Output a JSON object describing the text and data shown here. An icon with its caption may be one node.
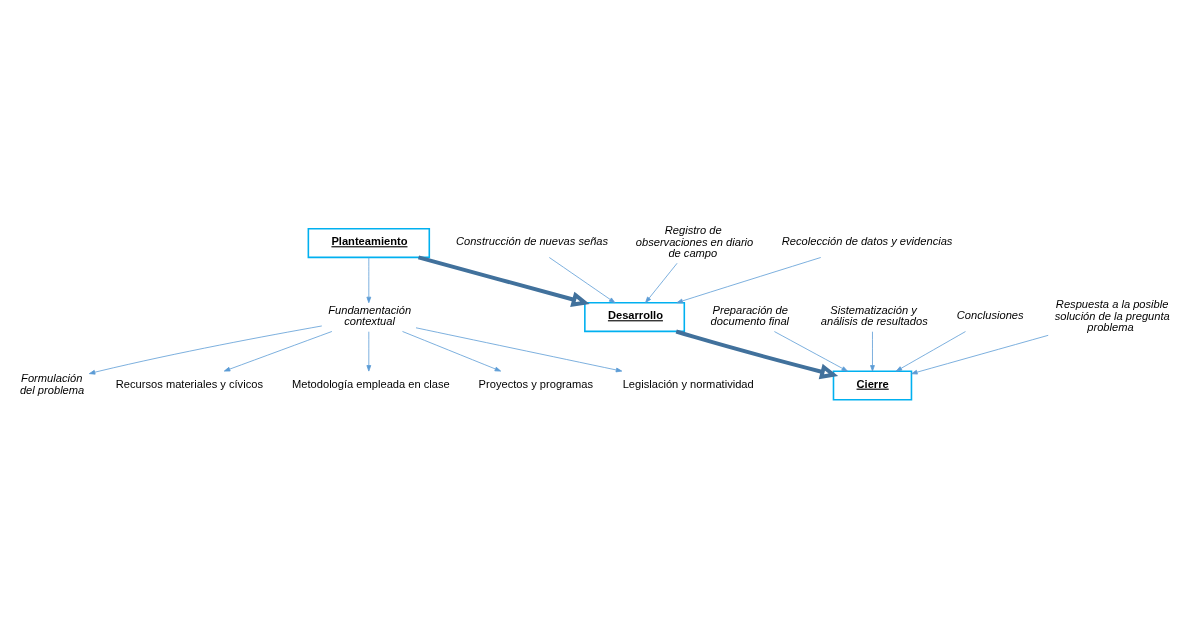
{
  "diagram": {
    "nodes": [
      {
        "text": [
          "Planteamiento"
        ]
      },
      {
        "text": [
          "Fundamentación contextual"
        ]
      },
      {
        "text": [
          "Formulación del problema"
        ]
      },
      {
        "text": [
          "Recursos materiales y cívicos"
        ]
      },
      {
        "text": [
          "Metodología empleada en clase"
        ]
      },
      {
        "text": [
          "Proyectos y programas"
        ]
      },
      {
        "text": [
          "Legislación y normatividad"
        ]
      },
      {
        "text": [
          "Desarrollo"
        ]
      },
      {
        "text": [
          "Construcción de nuevas señas"
        ]
      },
      {
        "text": [
          "Registro de observaciones en diario de campo"
        ]
      },
      {
        "text": [
          "Recolección de datos y evidencias"
        ]
      },
      {
        "text": [
          "Cierre"
        ]
      },
      {
        "text": [
          "Preparación de documento final"
        ]
      },
      {
        "text": [
          "Sistematización y análisis de resultados"
        ]
      },
      {
        "text": [
          "Conclusiones"
        ]
      },
      {
        "text": [
          "Respuesta a la posible solución de la pregunta problema"
        ]
      }
    ],
    "edges": [
      {
        "from": 0,
        "to": 1,
        "arrow": "to"
      },
      {
        "from": 1,
        "to": 2,
        "arrow": "to"
      },
      {
        "from": 1,
        "to": 3,
        "arrow": "to"
      },
      {
        "from": 1,
        "to": 4,
        "arrow": "to"
      },
      {
        "from": 1,
        "to": 5,
        "arrow": "to"
      },
      {
        "from": 1,
        "to": 6,
        "arrow": "to"
      },
      {
        "from": 0,
        "to": 7,
        "arrow": "to",
        "style": "thick",
        "color": "#41719c"
      },
      {
        "from": 8,
        "to": 7,
        "arrow": "to"
      },
      {
        "from": 9,
        "to": 7,
        "arrow": "to"
      },
      {
        "from": 10,
        "to": 7,
        "arrow": "to"
      },
      {
        "from": 7,
        "to": 11,
        "arrow": "to",
        "style": "thick",
        "color": "#41719c"
      },
      {
        "from": 12,
        "to": 11,
        "arrow": "to"
      },
      {
        "from": 13,
        "to": 11,
        "arrow": "to"
      },
      {
        "from": 14,
        "to": 11,
        "arrow": "to"
      },
      {
        "from": 15,
        "to": 11,
        "arrow": "to"
      }
    ]
  }
}
